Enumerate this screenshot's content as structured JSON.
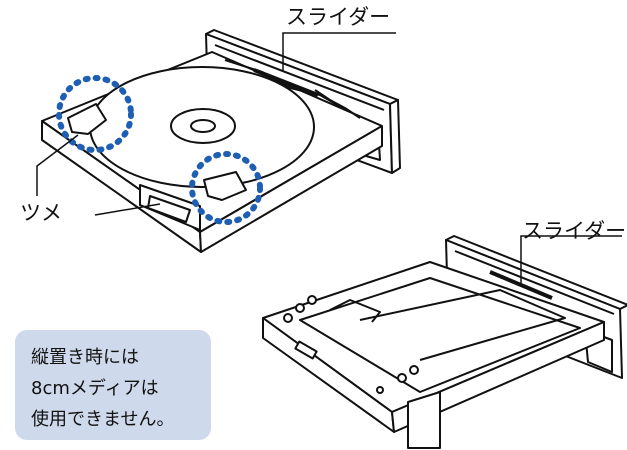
{
  "labels": {
    "slider_top": "スライダー",
    "claw": "ツメ",
    "slider_bottom": "スライダー"
  },
  "note": {
    "lines": [
      "縦置き時には",
      "8cmメディアは",
      "使用できません。"
    ]
  },
  "colors": {
    "line": "#111111",
    "highlight_dots": "#1f5fb3",
    "note_bg": "#cfd9ec"
  }
}
